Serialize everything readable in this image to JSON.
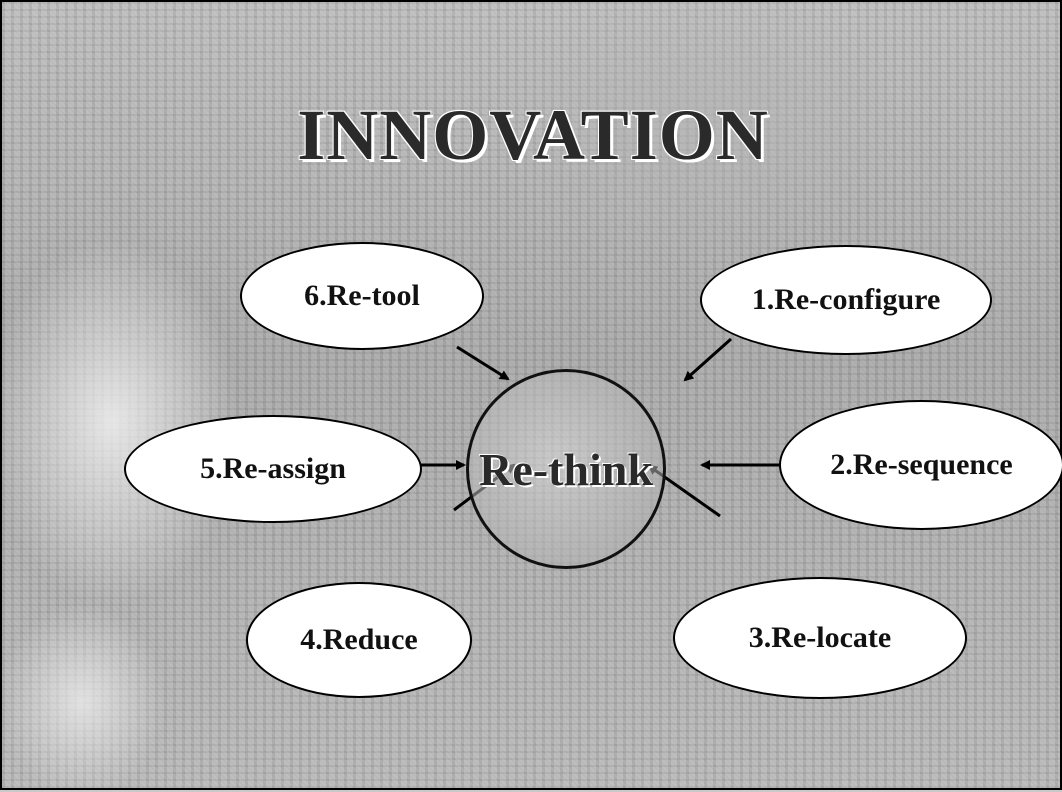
{
  "slide": {
    "title": "INNOVATION",
    "center": "Re-think",
    "nodes": [
      {
        "id": "re-tool",
        "label": "6.Re-tool"
      },
      {
        "id": "re-configure",
        "label": "1.Re-configure"
      },
      {
        "id": "re-assign",
        "label": "5.Re-assign"
      },
      {
        "id": "re-sequence",
        "label": "2.Re-sequence"
      },
      {
        "id": "reduce",
        "label": "4.Reduce"
      },
      {
        "id": "re-locate",
        "label": "3.Re-locate"
      }
    ]
  }
}
